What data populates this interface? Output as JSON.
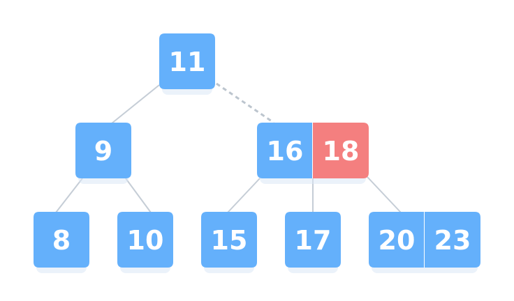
{
  "colors": {
    "key_blue": "#64b0fb",
    "key_red": "#f47f7f",
    "edge": "#c5cdd6"
  },
  "nodes": [
    {
      "id": "root",
      "keys": [
        {
          "value": "11",
          "highlight": false
        }
      ]
    },
    {
      "id": "left",
      "keys": [
        {
          "value": "9",
          "highlight": false
        }
      ]
    },
    {
      "id": "right",
      "keys": [
        {
          "value": "16",
          "highlight": false
        },
        {
          "value": "18",
          "highlight": true
        }
      ]
    },
    {
      "id": "leaf-8",
      "keys": [
        {
          "value": "8",
          "highlight": false
        }
      ]
    },
    {
      "id": "leaf-10",
      "keys": [
        {
          "value": "10",
          "highlight": false
        }
      ]
    },
    {
      "id": "leaf-15",
      "keys": [
        {
          "value": "15",
          "highlight": false
        }
      ]
    },
    {
      "id": "leaf-17",
      "keys": [
        {
          "value": "17",
          "highlight": false
        }
      ]
    },
    {
      "id": "leaf-20-23",
      "keys": [
        {
          "value": "20",
          "highlight": false
        },
        {
          "value": "23",
          "highlight": false
        }
      ]
    }
  ],
  "edges": [
    {
      "from": "root",
      "to": "left",
      "style": "solid"
    },
    {
      "from": "root",
      "to": "right",
      "style": "dashed"
    },
    {
      "from": "left",
      "to": "leaf-8",
      "style": "solid"
    },
    {
      "from": "left",
      "to": "leaf-10",
      "style": "solid"
    },
    {
      "from": "right",
      "to": "leaf-15",
      "style": "solid"
    },
    {
      "from": "right",
      "to": "leaf-17",
      "style": "solid"
    },
    {
      "from": "right",
      "to": "leaf-20-23",
      "style": "solid"
    }
  ]
}
